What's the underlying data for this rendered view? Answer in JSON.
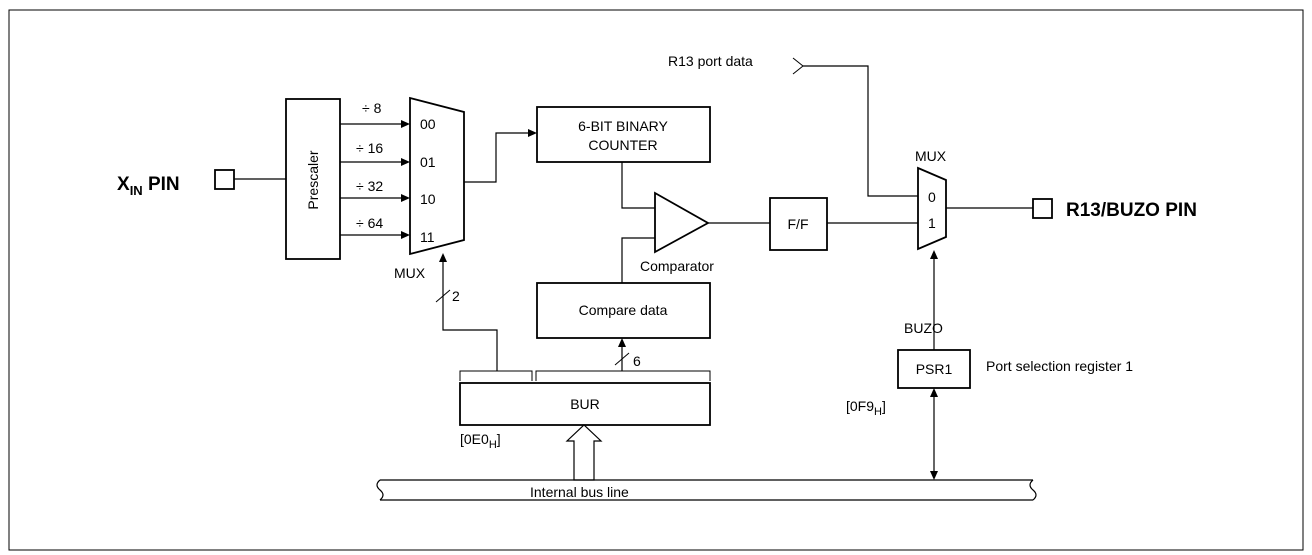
{
  "xin_pin": {
    "main": "X",
    "sub": "IN",
    "suffix": " PIN"
  },
  "prescaler": "Prescaler",
  "dividers": [
    "÷ 8",
    "÷ 16",
    "÷ 32",
    "÷ 64"
  ],
  "mux_inputs": [
    "00",
    "01",
    "10",
    "11"
  ],
  "mux_left_label": "MUX",
  "select_width": "2",
  "counter": [
    "6-BIT BINARY",
    "COUNTER"
  ],
  "comparator_label": "Comparator",
  "compare_data": "Compare data",
  "data_width": "6",
  "bur": "BUR",
  "bur_address": {
    "pre": "[0E0",
    "sub": "H",
    "post": "]"
  },
  "internal_bus": "Internal bus line",
  "ff": "F/F",
  "r13_port_data": "R13 port data",
  "mux_right_label": "MUX",
  "mux_right_inputs": [
    "0",
    "1"
  ],
  "output_pin": "R13/BUZO PIN",
  "buzo": "BUZO",
  "psr1": "PSR1",
  "psr1_desc": "Port selection register 1",
  "psr1_address": {
    "pre": "[0F9",
    "sub": "H",
    "post": "]"
  }
}
